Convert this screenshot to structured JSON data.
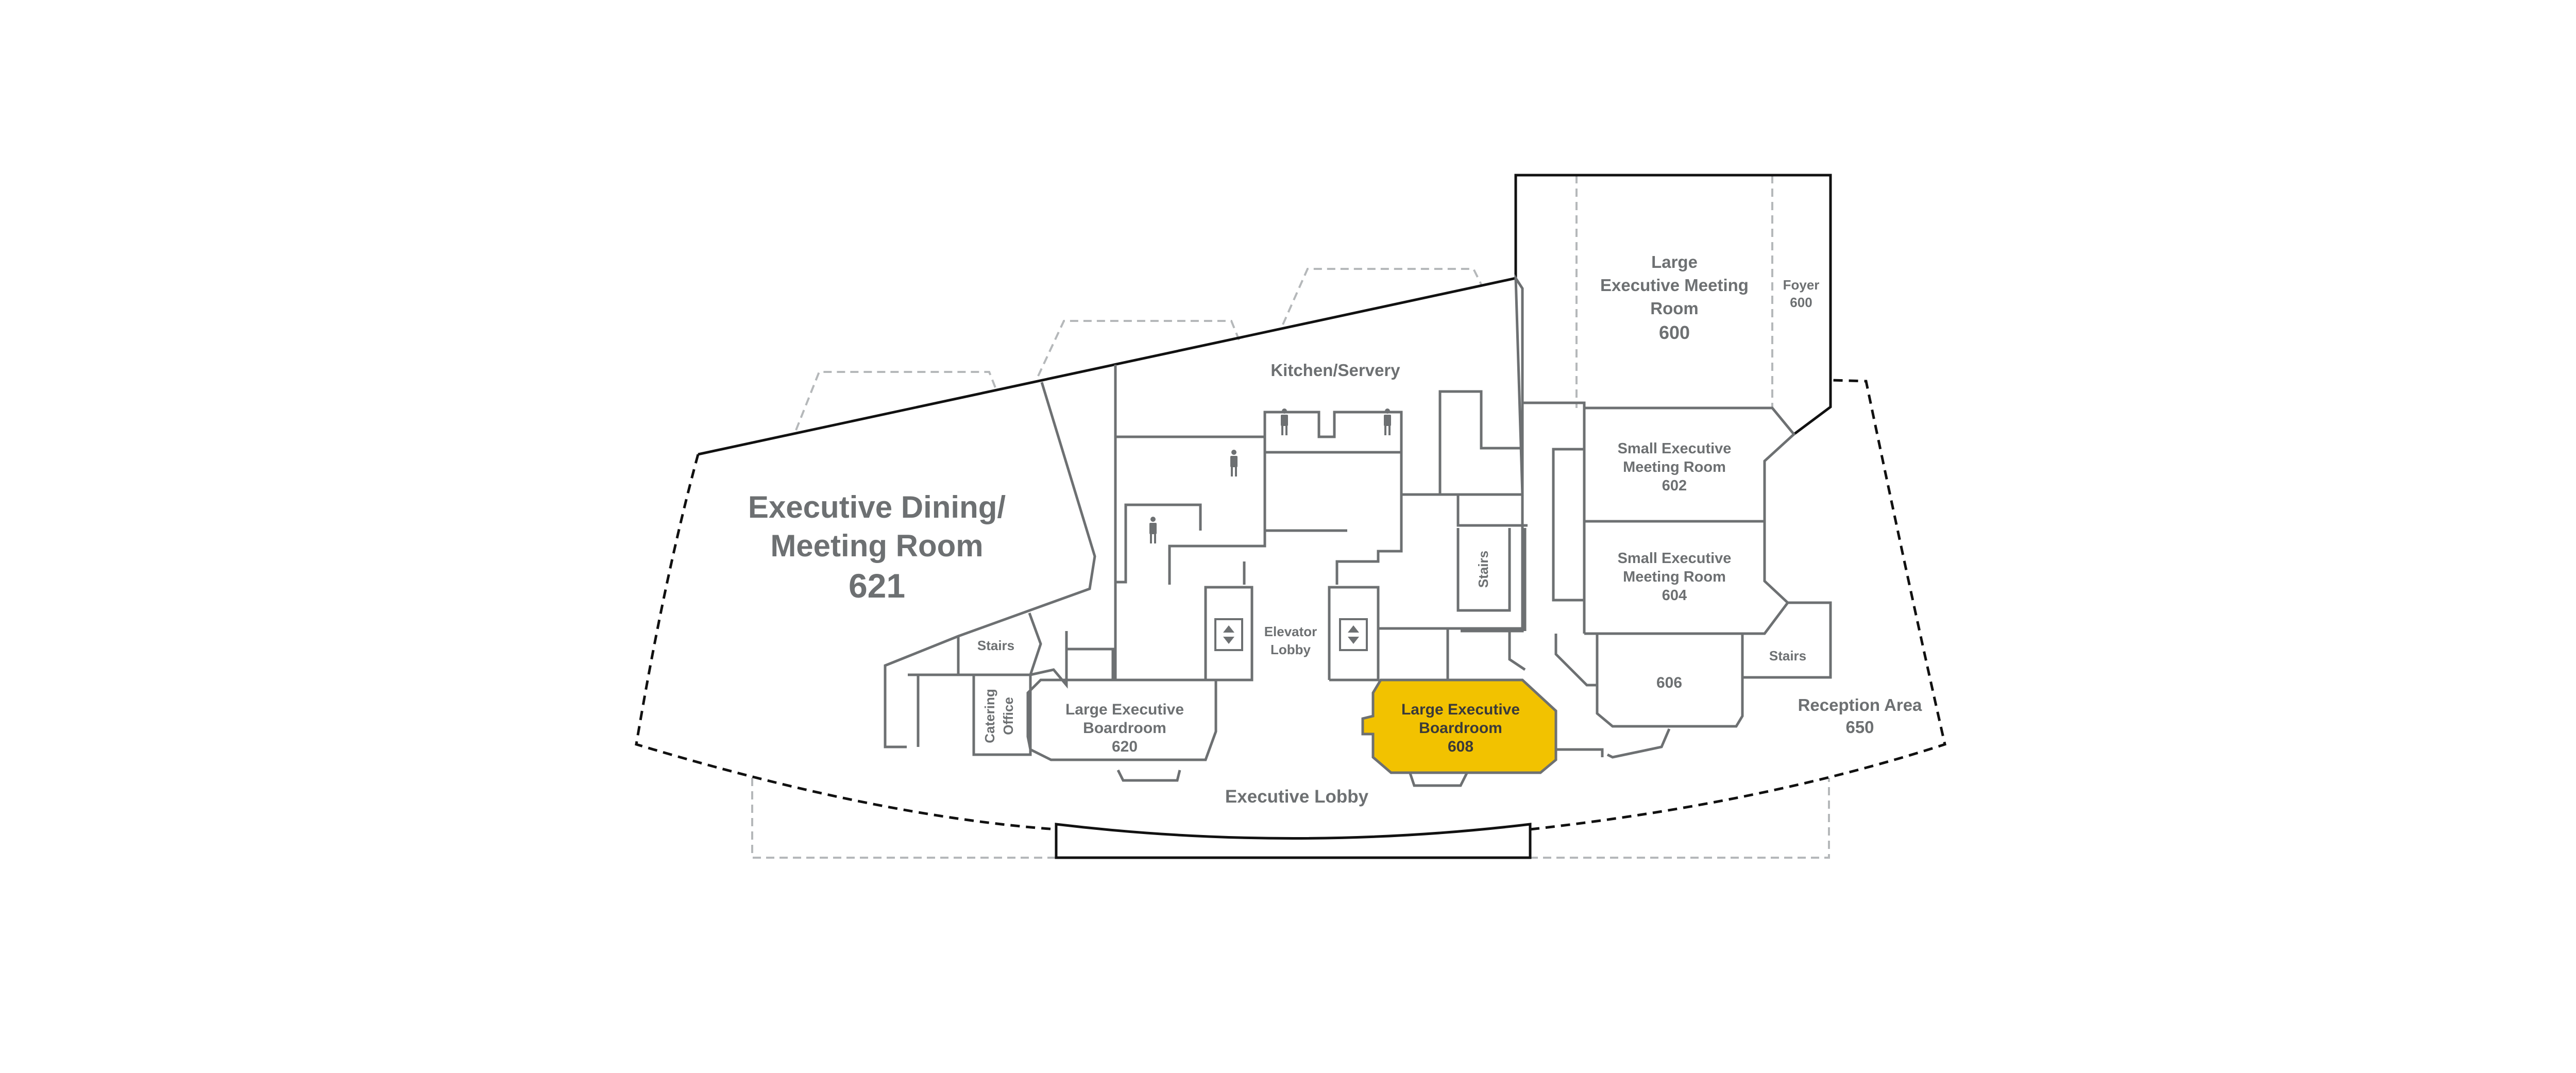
{
  "floor_plan": {
    "rooms": {
      "dining_621": {
        "line1": "Executive Dining/",
        "line2": "Meeting Room",
        "number": "621"
      },
      "large_600": {
        "line1": "Large",
        "line2": "Executive Meeting",
        "line3": "Room",
        "number": "600"
      },
      "foyer_600": {
        "line1": "Foyer",
        "number": "600"
      },
      "small_602": {
        "line1": "Small Executive",
        "line2": "Meeting Room",
        "number": "602"
      },
      "small_604": {
        "line1": "Small Executive",
        "line2": "Meeting Room",
        "number": "604"
      },
      "room_606": {
        "number": "606"
      },
      "boardroom_620": {
        "line1": "Large Executive",
        "line2": "Boardroom",
        "number": "620"
      },
      "boardroom_608": {
        "line1": "Large Executive",
        "line2": "Boardroom",
        "number": "608"
      },
      "reception_650": {
        "line1": "Reception Area",
        "number": "650"
      }
    },
    "areas": {
      "kitchen": "Kitchen/Servery",
      "elevator_lobby_line1": "Elevator",
      "elevator_lobby_line2": "Lobby",
      "executive_lobby": "Executive Lobby",
      "stairs_left": "Stairs",
      "stairs_center": "Stairs",
      "stairs_right": "Stairs",
      "catering_line1": "Catering",
      "catering_line2": "Office"
    },
    "colors": {
      "highlight": "#f2c200",
      "wall": "#6d7072",
      "label": "#6d7072"
    },
    "icons": [
      "restroom-icon",
      "elevator-icon"
    ]
  }
}
